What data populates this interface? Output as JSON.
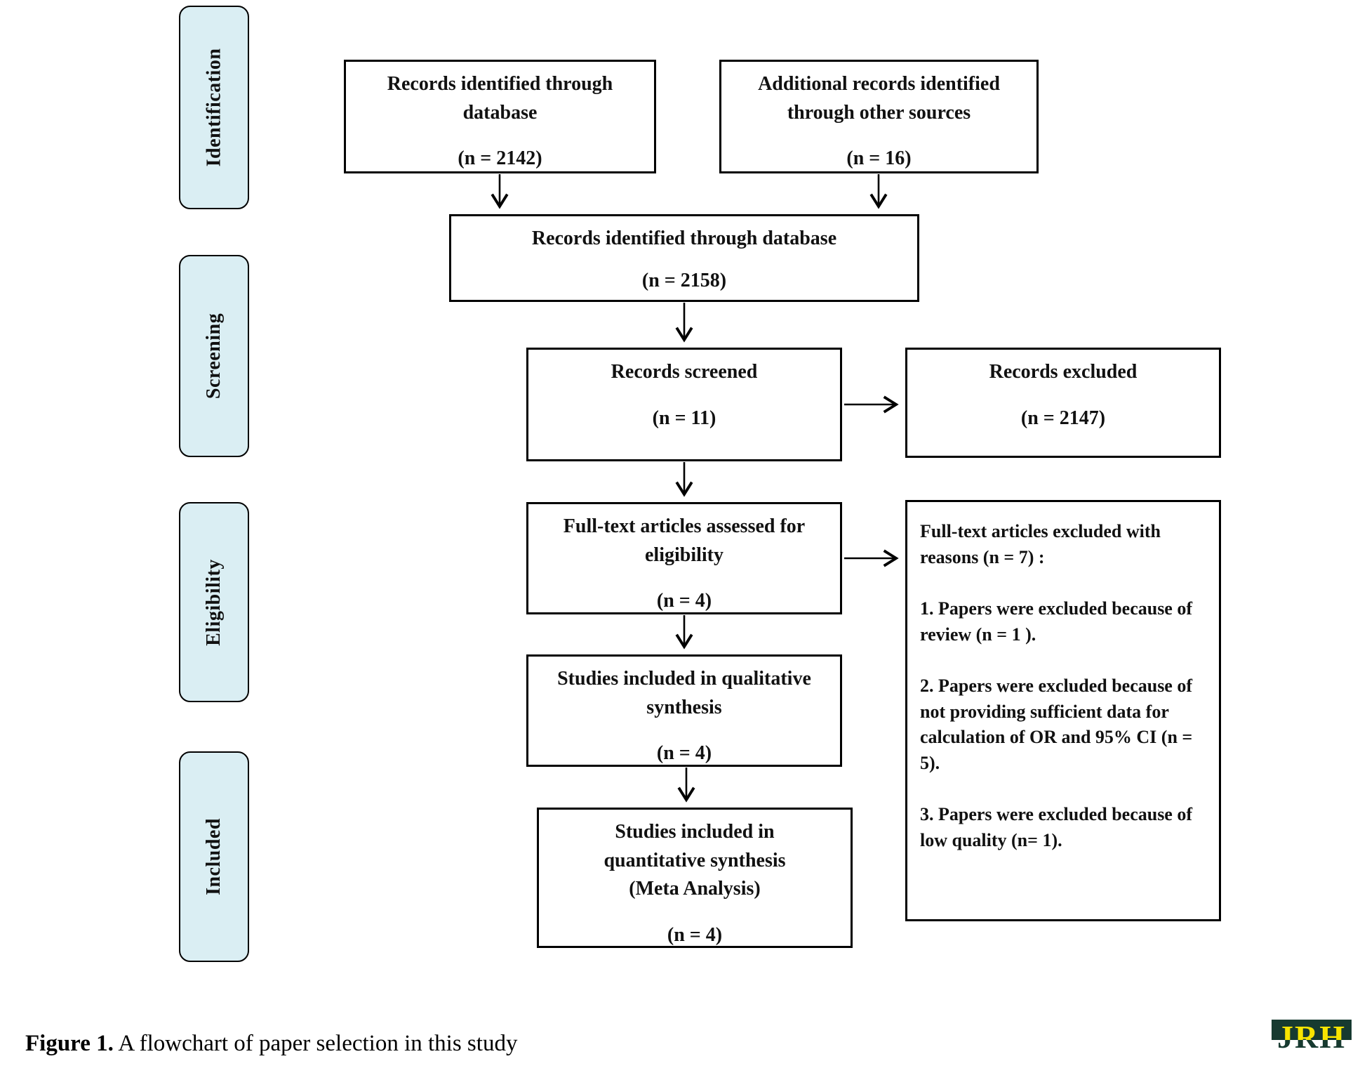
{
  "stages": [
    {
      "label": "Identification"
    },
    {
      "label": "Screening"
    },
    {
      "label": "Eligibility"
    },
    {
      "label": "Included"
    }
  ],
  "boxes": [
    {
      "title": "Records identified through\ndatabase",
      "n": "(n = 2142)"
    },
    {
      "title": "Additional records identified\nthrough other sources",
      "n": "(n = 16)"
    },
    {
      "title": "Records identified through database",
      "n": "(n = 2158)"
    },
    {
      "title": "Records screened",
      "n": "(n = 11)"
    },
    {
      "title": "Records excluded",
      "n": "(n = 2147)"
    },
    {
      "title": "Full-text articles assessed for\neligibility",
      "n": "(n = 4)"
    },
    {
      "title": "Studies included in qualitative\nsynthesis",
      "n": "(n = 4)"
    },
    {
      "title": "Studies included in\nquantitative synthesis\n(Meta Analysis)",
      "n": "(n = 4)"
    }
  ],
  "reasons": {
    "header": "Full-text articles excluded with reasons  (n = 7) :",
    "items": [
      "1. Papers were excluded because of review (n = 1 ).",
      "2. Papers were excluded because of not providing sufficient data for calculation of OR and 95% CI (n = 5).",
      "3. Papers were excluded because of low quality (n= 1)."
    ]
  },
  "caption": {
    "label": "Figure 1.",
    "text": " A flowchart of paper selection in this study"
  },
  "logo": {
    "text": "JRH",
    "yellow": "#f8e500",
    "green": "#173a30"
  },
  "colors": {
    "stage_fill": "#daeef3",
    "border": "#000000"
  }
}
